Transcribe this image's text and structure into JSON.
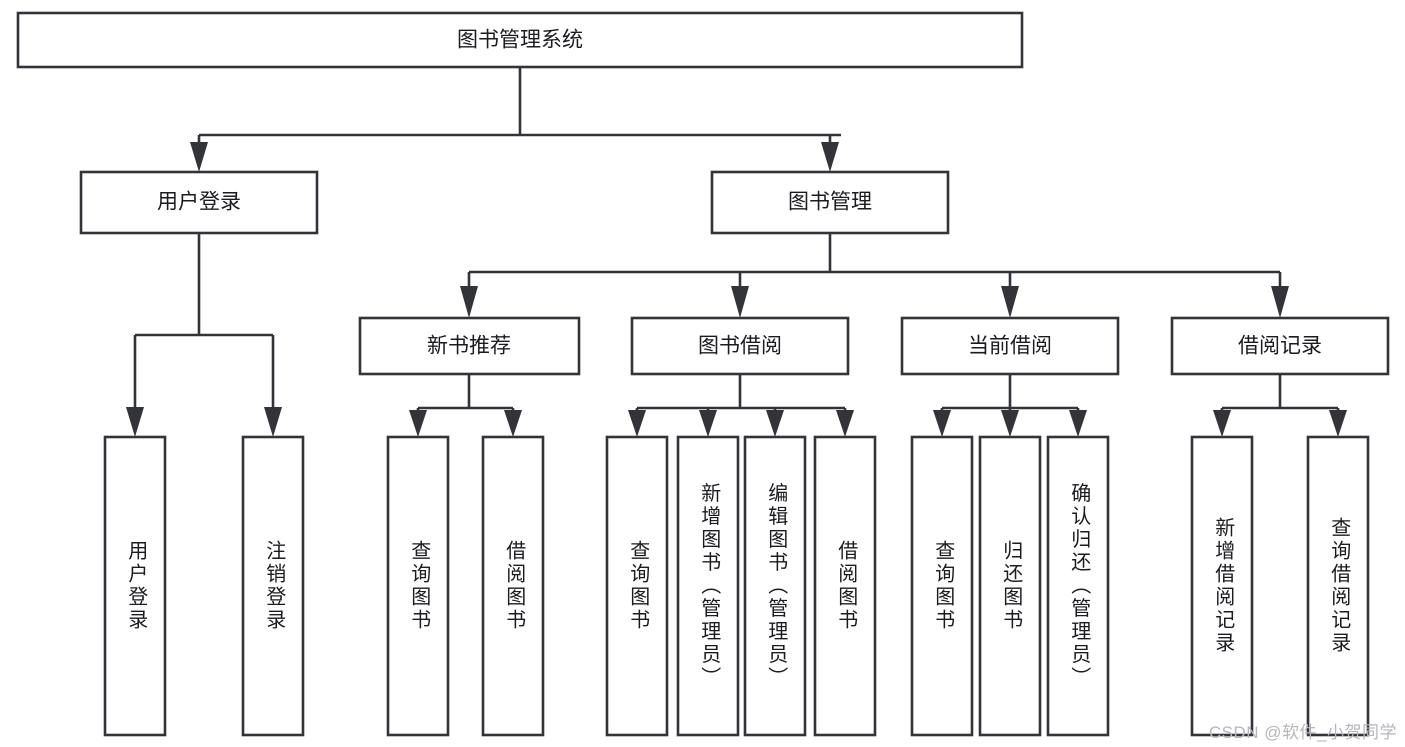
{
  "diagram": {
    "title": "图书管理系统",
    "type": "tree-hierarchy-chart",
    "root": {
      "id": "root",
      "label": "图书管理系统",
      "orientation": "horizontal"
    },
    "level2": [
      {
        "id": "user-login",
        "label": "用户登录",
        "orientation": "horizontal"
      },
      {
        "id": "book-management",
        "label": "图书管理",
        "orientation": "horizontal"
      }
    ],
    "level3": [
      {
        "id": "new-book-recommend",
        "label": "新书推荐",
        "orientation": "horizontal",
        "parent": "book-management"
      },
      {
        "id": "book-borrow",
        "label": "图书借阅",
        "orientation": "horizontal",
        "parent": "book-management"
      },
      {
        "id": "current-borrow",
        "label": "当前借阅",
        "orientation": "horizontal",
        "parent": "book-management"
      },
      {
        "id": "borrow-record",
        "label": "借阅记录",
        "orientation": "horizontal",
        "parent": "book-management"
      }
    ],
    "leaves": [
      {
        "id": "leaf-user-login",
        "label": "用户登录",
        "orientation": "vertical",
        "parent": "user-login"
      },
      {
        "id": "leaf-user-logout",
        "label": "注销登录",
        "orientation": "vertical",
        "parent": "user-login"
      },
      {
        "id": "leaf-query-book-1",
        "label": "查询图书",
        "orientation": "vertical",
        "parent": "new-book-recommend"
      },
      {
        "id": "leaf-borrow-book-1",
        "label": "借阅图书",
        "orientation": "vertical",
        "parent": "new-book-recommend"
      },
      {
        "id": "leaf-query-book-2",
        "label": "查询图书",
        "orientation": "vertical",
        "parent": "book-borrow"
      },
      {
        "id": "leaf-add-book",
        "label": "新增图书（管理员）",
        "orientation": "vertical",
        "parent": "book-borrow"
      },
      {
        "id": "leaf-edit-book",
        "label": "编辑图书（管理员）",
        "orientation": "vertical",
        "parent": "book-borrow"
      },
      {
        "id": "leaf-borrow-book-2",
        "label": "借阅图书",
        "orientation": "vertical",
        "parent": "book-borrow"
      },
      {
        "id": "leaf-query-book-3",
        "label": "查询图书",
        "orientation": "vertical",
        "parent": "current-borrow"
      },
      {
        "id": "leaf-return-book",
        "label": "归还图书",
        "orientation": "vertical",
        "parent": "current-borrow"
      },
      {
        "id": "leaf-confirm-return",
        "label": "确认归还（管理员）",
        "orientation": "vertical",
        "parent": "current-borrow"
      },
      {
        "id": "leaf-add-record",
        "label": "新增借阅记录",
        "orientation": "vertical",
        "parent": "borrow-record"
      },
      {
        "id": "leaf-query-record",
        "label": "查询借阅记录",
        "orientation": "vertical",
        "parent": "borrow-record"
      }
    ],
    "colors": {
      "stroke": "#33333a",
      "fill": "#ffffff",
      "text": "#1b1b20",
      "watermark": "#b6b6bb"
    }
  },
  "watermark": {
    "text": "CSDN @软件_小贺同学"
  }
}
